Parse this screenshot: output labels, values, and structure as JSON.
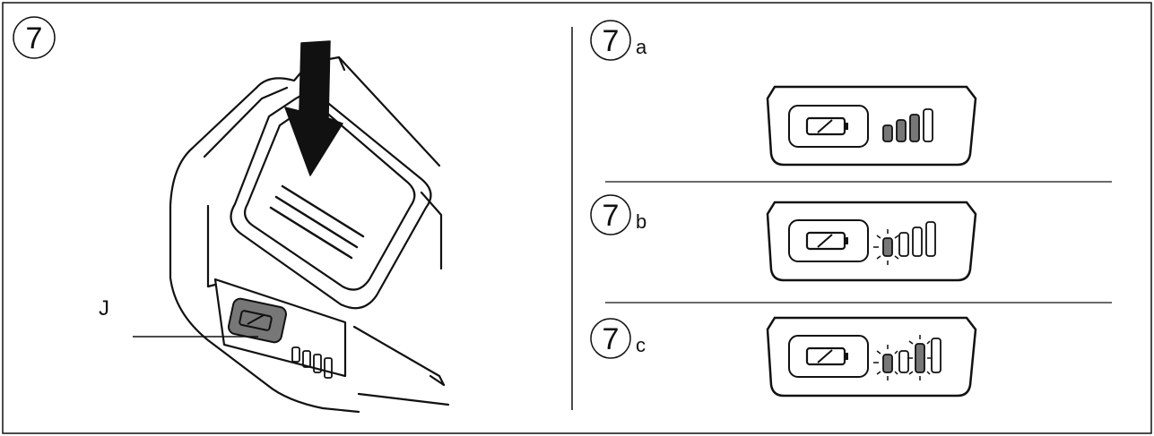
{
  "figure": {
    "main": {
      "step": "7",
      "pointer_label": "J"
    },
    "panels": [
      {
        "id": "a",
        "step": "7",
        "suffix": "a",
        "state": "charged",
        "bars_filled": 3,
        "bars_blinking": 0
      },
      {
        "id": "b",
        "step": "7",
        "suffix": "b",
        "state": "low",
        "bars_filled": 0,
        "bars_blinking": 1
      },
      {
        "id": "c",
        "step": "7",
        "suffix": "c",
        "state": "fault",
        "bars_filled": 0,
        "bars_blinking": 2
      }
    ]
  },
  "colors": {
    "line": "#111111",
    "fill_dark": "#777777",
    "fill_mid": "#8a8a8a",
    "background": "#ffffff"
  },
  "icons": [
    "battery-icon",
    "down-arrow-icon",
    "charge-level-bars",
    "blink-rays-icon"
  ]
}
